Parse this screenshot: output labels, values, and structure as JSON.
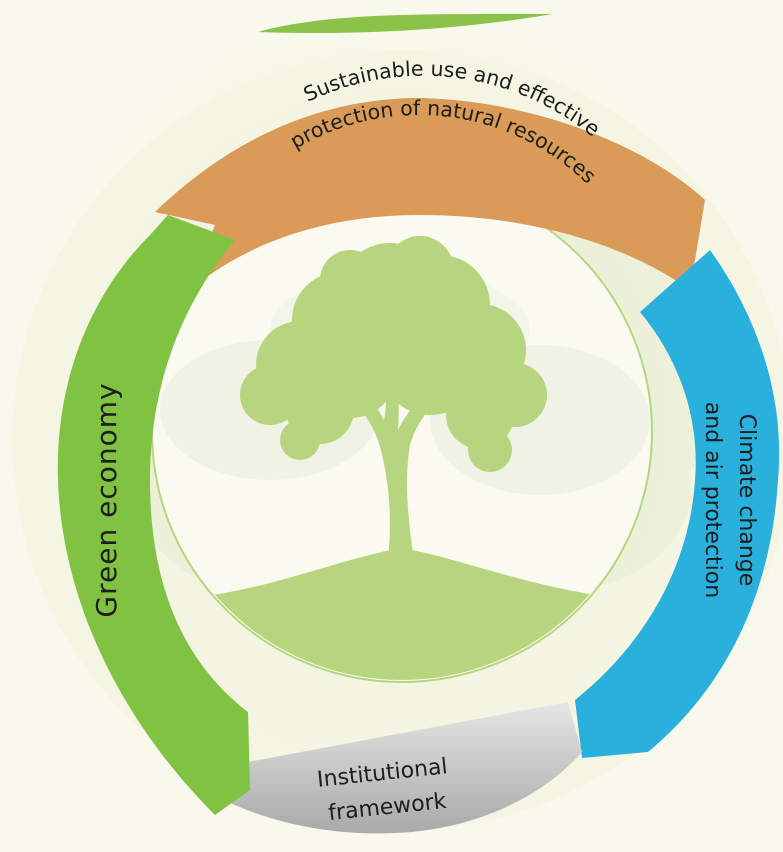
{
  "diagram": {
    "segments": {
      "top": {
        "line1": "Sustainable use and effective",
        "line2": "protection of natural resources",
        "color": "#d99b57"
      },
      "right": {
        "line1": "Climate change",
        "line2": "and air protection",
        "color": "#29b0dc"
      },
      "bottom": {
        "line1": "Institutional",
        "line2": "framework",
        "color": "#bdbdbd"
      },
      "left": {
        "line1": "Green economy",
        "color": "#80c242"
      }
    },
    "center_color": "#b7d57e",
    "background_color": "#f8f8ec"
  }
}
